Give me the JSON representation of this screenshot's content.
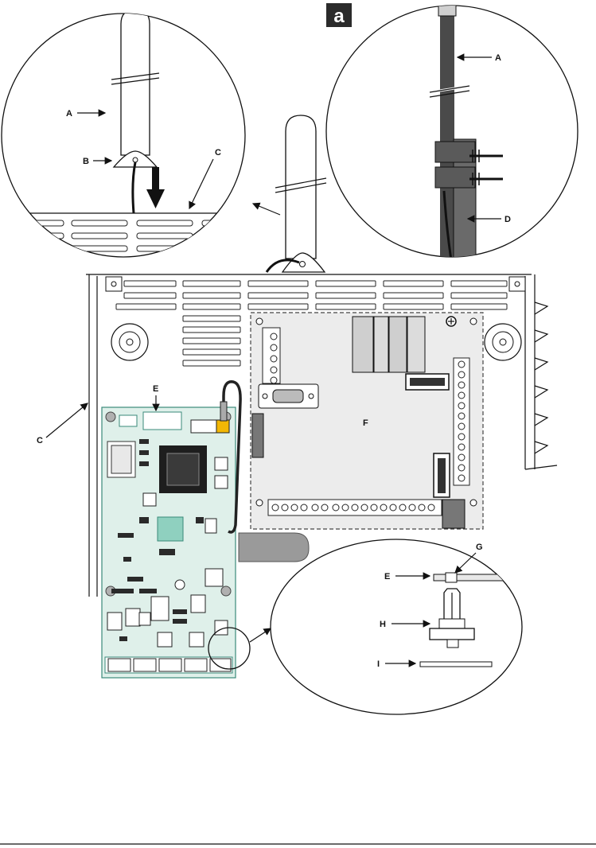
{
  "figure": {
    "badge": "a",
    "labels": {
      "A_left": "A",
      "B": "B",
      "C_top": "C",
      "A_right": "A",
      "D": "D",
      "E_top": "E",
      "C_left": "C",
      "F": "F",
      "G": "G",
      "E_detail": "E",
      "H": "H",
      "I": "I"
    }
  }
}
